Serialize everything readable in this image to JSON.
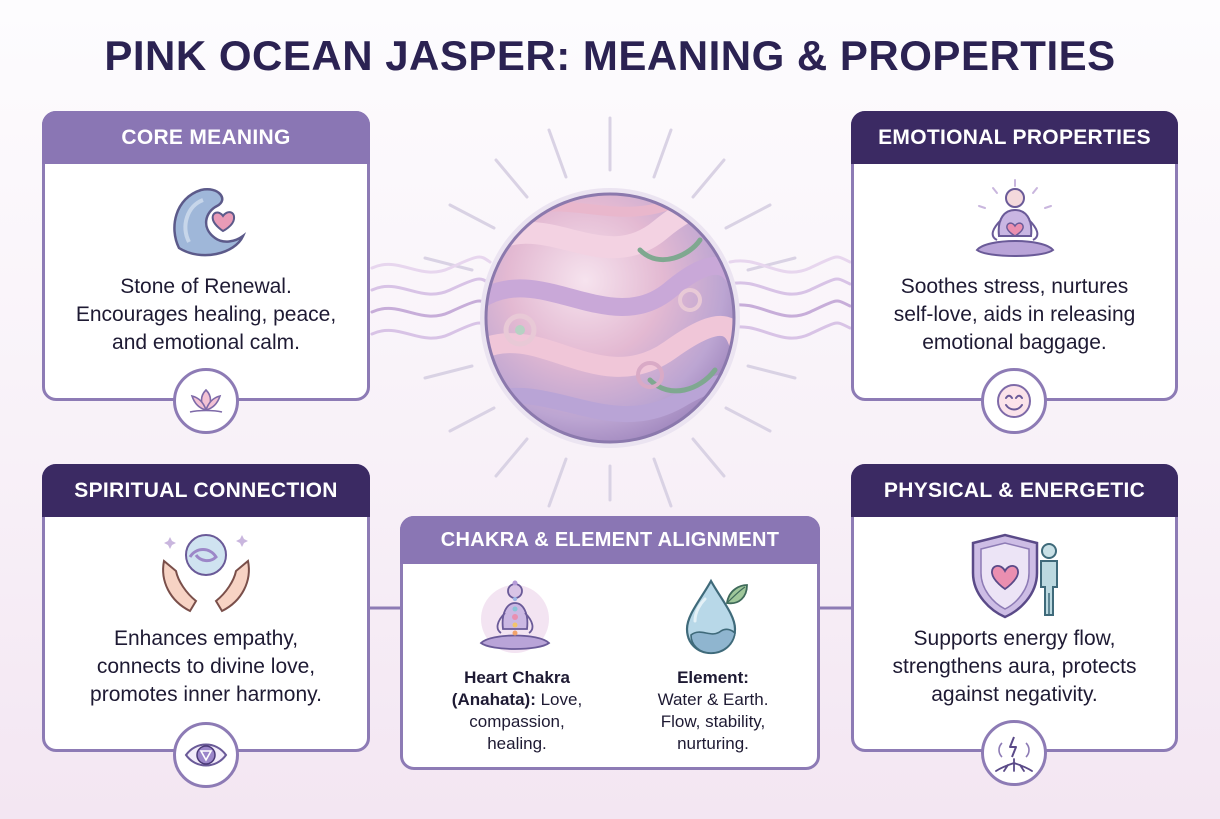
{
  "title": "PINK OCEAN JASPER: MEANING & PROPERTIES",
  "colors": {
    "card_border": "#8d7bb5",
    "header_light": "#8a76b4",
    "header_dark": "#3b2a63",
    "title": "#2b2252"
  },
  "cards": {
    "core_meaning": {
      "header": "CORE MEANING",
      "text_lines": [
        "Stone of Renewal.",
        "Encourages healing, peace,",
        "and emotional calm."
      ],
      "icon": "wave-heart-icon",
      "badge_icon": "lotus-icon"
    },
    "emotional": {
      "header": "EMOTIONAL PROPERTIES",
      "text_lines": [
        "Soothes stress, nurtures",
        "self-love, aids in releasing",
        "emotional baggage."
      ],
      "icon": "meditating-heart-icon",
      "badge_icon": "smiley-icon"
    },
    "spiritual": {
      "header": "SPIRITUAL CONNECTION",
      "text_lines": [
        "Enhances empathy,",
        "connects to divine love,",
        "promotes inner harmony."
      ],
      "icon": "hands-orb-icon",
      "badge_icon": "third-eye-icon"
    },
    "physical": {
      "header": "PHYSICAL & ENERGETIC",
      "text_lines": [
        "Supports energy flow,",
        "strengthens aura, protects",
        "against negativity."
      ],
      "icon": "shield-person-icon",
      "badge_icon": "roots-energy-icon"
    },
    "chakra": {
      "header": "CHAKRA & ELEMENT ALIGNMENT",
      "heart": {
        "label": "Heart Chakra",
        "label2": "(Anahata):",
        "desc_inline": "Love,",
        "lines": [
          "compassion,",
          "healing."
        ]
      },
      "element": {
        "label": "Element:",
        "lines": [
          "Water & Earth.",
          "Flow, stability,",
          "nurturing."
        ]
      },
      "icons": [
        "chakra-figure-icon",
        "water-drop-leaf-icon"
      ]
    }
  },
  "center_icon": "jasper-sphere-icon"
}
